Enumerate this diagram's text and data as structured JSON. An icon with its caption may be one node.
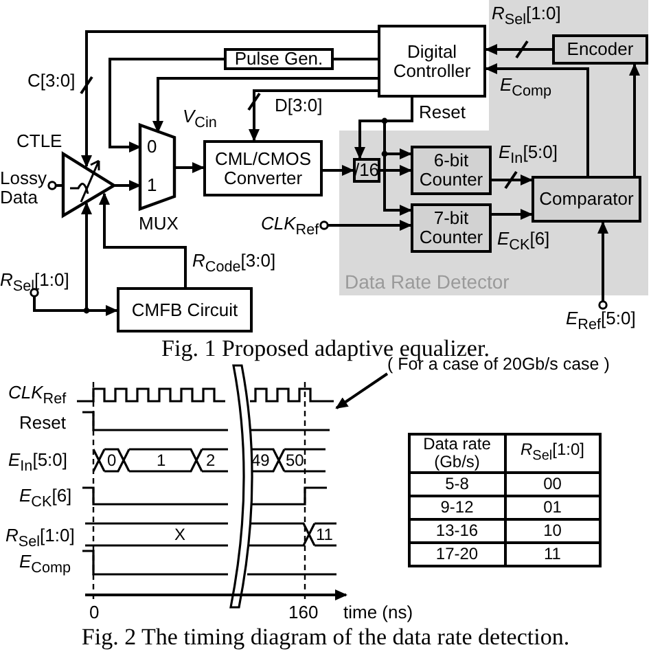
{
  "diagram": {
    "nodes": [
      {
        "text": [
          "Data Rate Detector"
        ]
      },
      {
        "text": [
          "Digital Controller"
        ]
      },
      {
        "text": [
          "Pulse Gen."
        ]
      },
      {
        "text": [
          "Encoder"
        ],
        "in": 0
      },
      {
        "text": [
          "CTLE"
        ]
      },
      {
        "text": [
          "0",
          "1",
          "MUX"
        ]
      },
      {
        "text": [
          "CML/CMOS Converter"
        ]
      },
      {
        "text": [
          "/16"
        ],
        "in": 0
      },
      {
        "text": [
          "6-bit Counter"
        ],
        "in": 0
      },
      {
        "text": [
          "7-bit Counter"
        ],
        "in": 0
      },
      {
        "text": [
          "Comparator"
        ],
        "in": 0
      },
      {
        "text": [
          "CMFB Circuit"
        ]
      },
      {
        "text": [
          "Lossy Data"
        ]
      },
      {
        "text": [
          "*R*$_{Sel}$[1:0]"
        ]
      },
      {
        "text": [
          "*CLK*$_{Ref}$"
        ]
      },
      {
        "text": [
          "*E*$_{Ref}$[5:0]"
        ]
      },
      {
        "text": [
          "( For a case of 20Gb/s case )"
        ]
      },
      {
        "text": [],
        "shape": "picture"
      }
    ],
    "edges": [
      {
        "from": 1,
        "to": 4,
        "arrow": "to",
        "label": "C[3:0]"
      },
      {
        "from": 1,
        "to": 2,
        "arrow": "none"
      },
      {
        "from": 2,
        "to": 5,
        "arrow": "to"
      },
      {
        "from": 1,
        "to": 5,
        "arrow": "to"
      },
      {
        "from": 1,
        "to": 6,
        "arrow": "to",
        "label": "D[3:0]"
      },
      {
        "from": 4,
        "to": 5,
        "arrow": "to"
      },
      {
        "from": 5,
        "to": 6,
        "arrow": "to",
        "label": "*V*$_{Cin}$"
      },
      {
        "from": 6,
        "to": 7,
        "arrow": "to"
      },
      {
        "from": 1,
        "to": 7,
        "arrow": "to",
        "label": "Reset"
      },
      {
        "from": 1,
        "to": 8,
        "arrow": "to"
      },
      {
        "from": 1,
        "to": 9,
        "arrow": "to"
      },
      {
        "from": 7,
        "to": 8,
        "arrow": "to"
      },
      {
        "from": 14,
        "to": 9,
        "arrow": "to"
      },
      {
        "from": 8,
        "to": 10,
        "arrow": "to",
        "label": "*E*$_{In}$[5:0]"
      },
      {
        "from": 9,
        "to": 10,
        "arrow": "to",
        "label": "*E*$_{CK}$[6]"
      },
      {
        "from": 10,
        "to": 3,
        "arrow": "to"
      },
      {
        "from": 10,
        "to": 1,
        "arrow": "to",
        "label": "*E*$_{Comp}$"
      },
      {
        "from": 3,
        "to": 1,
        "arrow": "to",
        "label": "*R*$_{Sel}$[1:0]"
      },
      {
        "from": 15,
        "to": 10,
        "arrow": "to"
      },
      {
        "from": 11,
        "to": 4,
        "arrow": "to",
        "label": "*R*$_{Code}$[3:0]"
      },
      {
        "from": 13,
        "to": 4,
        "arrow": "to"
      },
      {
        "from": 13,
        "to": 11,
        "arrow": "to"
      },
      {
        "from": 12,
        "to": 4,
        "arrow": "other"
      },
      {
        "from": 16,
        "to": 17,
        "arrow": "to"
      }
    ],
    "labels": [
      "Fig. 1 Proposed adaptive equalizer.",
      "*CLK*$_{Ref}$",
      "Reset",
      "*E*$_{In}$[5:0]",
      "0",
      "1",
      "2",
      "49",
      "50",
      "*E*$_{CK}$[6]",
      "*R*$_{Sel}$[1:0]",
      "X",
      "11",
      "*E*$_{Comp}$",
      "0",
      "160",
      "time (ns)",
      "Data rate (Gb/s)",
      "*R*$_{Sel}$[1:0]",
      "5-8",
      "00",
      "9-12",
      "01",
      "13-16",
      "10",
      "17-20",
      "11",
      "Fig. 2 The timing diagram of the data rate detection."
    ]
  }
}
